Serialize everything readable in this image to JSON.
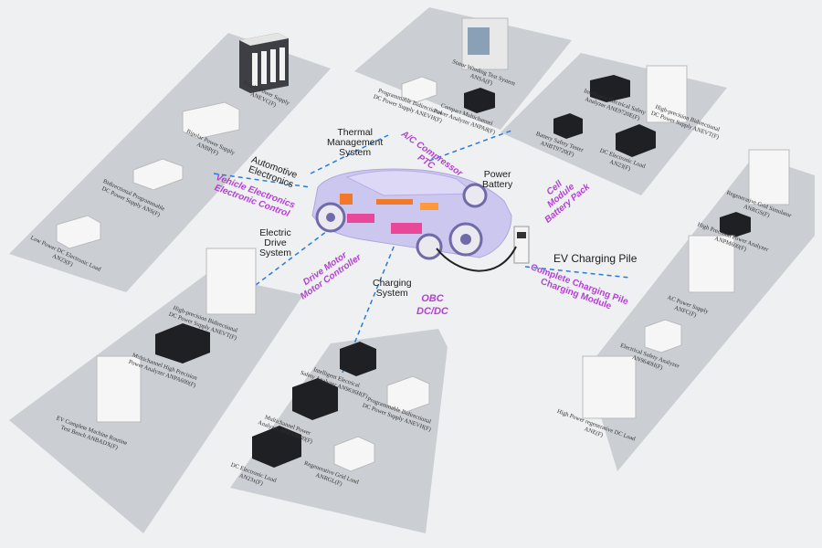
{
  "systems": {
    "thermal": {
      "title": [
        "Thermal",
        "Management",
        "System"
      ],
      "sub": [
        "A/C Compressor",
        "PTC"
      ]
    },
    "automotive": {
      "title": [
        "Automotive",
        "Electronics"
      ],
      "sub": [
        "Vehicle Electronics",
        "Electronic Control"
      ]
    },
    "power_battery": {
      "title": [
        "Power",
        "Battery"
      ],
      "sub": [
        "Cell",
        "Module",
        "Battery Pack"
      ]
    },
    "electric_drive": {
      "title": [
        "Electric",
        "Drive",
        "System"
      ],
      "sub": [
        "Drive Motor",
        "Motor Controller"
      ]
    },
    "charging": {
      "title": [
        "Charging",
        "System"
      ],
      "sub": [
        "OBC",
        "DC/DC"
      ]
    },
    "ev_pile": {
      "title": "EV Charging Pile",
      "sub": [
        "Complete Charging Pile",
        "Charging Module"
      ]
    }
  },
  "products": {
    "p1": [
      "Ripple Power Supply",
      "ANEVC(F)"
    ],
    "p2": [
      "Bipolar Power Supply",
      "ANBP(F)"
    ],
    "p3": [
      "Bidirectional Programmable",
      "DC Power Supply ANS(F)"
    ],
    "p4": [
      "Low Power DC Electronic Load",
      "AN23(F)"
    ],
    "p5": [
      "Stator Winding Test System",
      "ANSA(F)"
    ],
    "p6": [
      "Programmable Bidirectional",
      "DC Power Supply ANEVH(F)"
    ],
    "p7": [
      "Compact Multichannel",
      "Power Analyzer ANPA8(F)"
    ],
    "p8": [
      "Intelligent Electrical Safety",
      "Analyzer ANE9720E(F)"
    ],
    "p9": [
      "High-precision Bidirectional",
      "DC Power Supply ANEVT(F)"
    ],
    "p10": [
      "Battery Safety Tester",
      "ANBT9720(F)"
    ],
    "p11": [
      "DC Electronic Load",
      "AN23(F)"
    ],
    "p12": [
      "Regenerative Grid Simulator",
      "ANRGS(F)"
    ],
    "p13": [
      "High Precision Power Analyzer",
      "ANPM600(F)"
    ],
    "p14": [
      "AC Power Supply",
      "ANFC(F)"
    ],
    "p15": [
      "Electrical Safety Analyzer",
      "AN9640H(F)"
    ],
    "p16": [
      "High Power regenerative DC Load",
      "ANE(F)"
    ],
    "p17": [
      "High-precision Bidirectional",
      "DC Power Supply ANEVT(F)"
    ],
    "p18": [
      "Multichannel High Precision",
      "Power Analyzer ANPA600(F)"
    ],
    "p19": [
      "EV Complete Machine Routine",
      "Test Bench ANBADX(F)"
    ],
    "p20": [
      "Intelligent Electrical",
      "Safety Analyzer AN9636H(F)"
    ],
    "p21": [
      "Programmable Bidirectional",
      "DC Power Supply ANEVH(F)"
    ],
    "p22": [
      "Multichannel Power",
      "Analyzer ANPA8600(F)"
    ],
    "p23": [
      "DC Electronic Load",
      "AN23x(F)"
    ],
    "p24": [
      "Regenerative Grid Load",
      "ANRGL(F)"
    ]
  },
  "colors": {
    "panel": "#cbced3",
    "background": "#eff0f1",
    "accent": "#b43fd8",
    "dash": "#2a7bd6"
  }
}
